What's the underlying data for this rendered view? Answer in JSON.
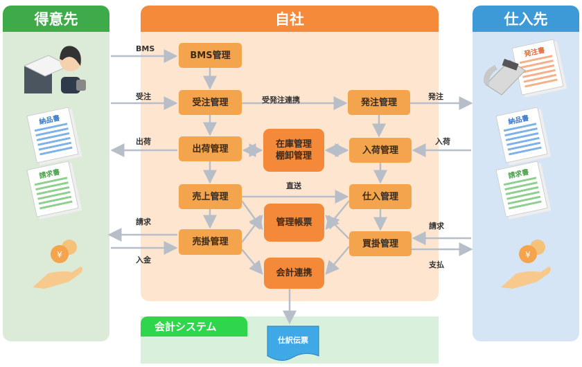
{
  "panels": {
    "customer": {
      "title": "得意先",
      "color": "#3faa4a"
    },
    "company": {
      "title": "自社",
      "color": "#f58a3a"
    },
    "supplier": {
      "title": "仕入先",
      "color": "#3d9ad6"
    }
  },
  "boxes": {
    "bms": "BMS管理",
    "order_receive": "受注管理",
    "shipping": "出荷管理",
    "sales": "売上管理",
    "receivables": "売掛管理",
    "order_place": "発注管理",
    "receiving": "入荷管理",
    "purchase": "仕入管理",
    "payables": "買掛管理",
    "inventory1": "在庫管理",
    "inventory2": "棚卸管理",
    "reports": "管理帳票",
    "accounting_link": "会計連携"
  },
  "labels": {
    "bms": "BMS",
    "order_in": "受注",
    "ship_out": "出荷",
    "bill_out": "請求",
    "payment_in": "入金",
    "link": "受発注連携",
    "direct": "直送",
    "order_out": "発注",
    "goods_in": "入荷",
    "bill_in": "請求",
    "pay_out": "支払"
  },
  "docs": {
    "delivery_note": "納品書",
    "invoice": "請求書",
    "purchase_order": "発注書",
    "yen": "¥"
  },
  "accounting": {
    "title": "会計システム",
    "voucher": "仕訳伝票"
  }
}
